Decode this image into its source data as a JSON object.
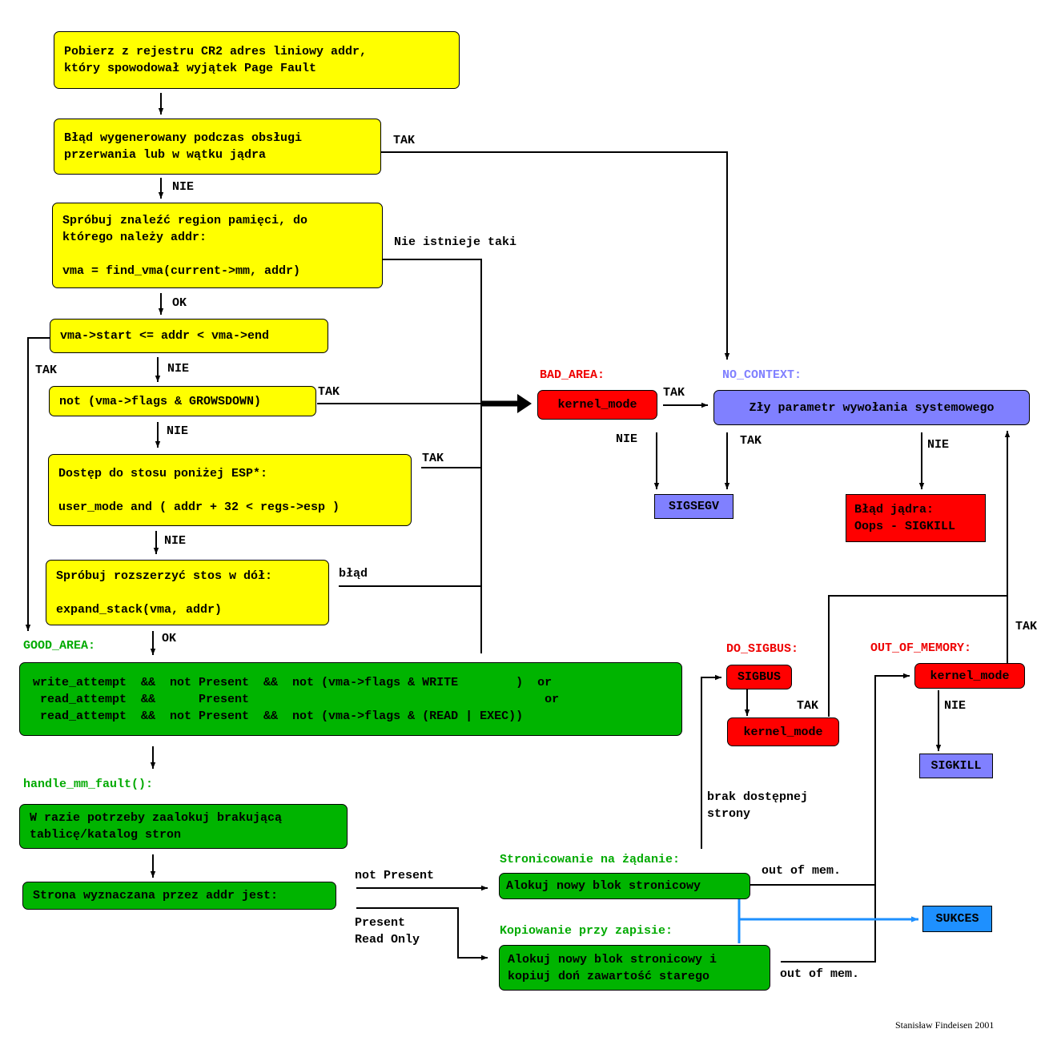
{
  "boxes": {
    "cr2": "Pobierz z rejestru CR2 adres liniowy addr,\nktóry spowodował wyjątek Page Fault",
    "interrupt": "Błąd wygenerowany podczas obsługi\nprzerwania lub w wątku jądra",
    "find_vma": "Spróbuj znaleźć region pamięci, do\nktórego należy addr:\n\nvma = find_vma(current->mm, addr)",
    "vma_range": "vma->start <= addr < vma->end",
    "growsdown": "not (vma->flags & GROWSDOWN)",
    "stack_access": "Dostęp do stosu poniżej ESP*:\n\nuser_mode and ( addr + 32 < regs->esp )",
    "expand_stack": "Spróbuj rozszerzyć stos w dół:\n\nexpand_stack(vma, addr)",
    "good_area_cond": "write_attempt  &&  not Present  &&  not (vma->flags & WRITE        )  or\n read_attempt  &&      Present                                         or\n read_attempt  &&  not Present  &&  not (vma->flags & (READ | EXEC))",
    "alloc_table": "W razie potrzeby zaalokuj brakującą\ntablicę/katalog stron",
    "page_is": "Strona wyznaczana przez addr jest:",
    "bad_area_kernel": "kernel_mode",
    "no_context": "Zły parametr wywołania systemowego",
    "sigsegv": "SIGSEGV",
    "oops": "Błąd jądra:\nOops - SIGKILL",
    "sigbus": "SIGBUS",
    "sigbus_kernel": "kernel_mode",
    "oom_kernel": "kernel_mode",
    "sigkill": "SIGKILL",
    "alloc_page": "Alokuj nowy blok stronicowy",
    "copy_page": "Alokuj nowy blok stronicowy i\nkopiuj doń zawartość starego",
    "success": "SUKCES"
  },
  "section_labels": {
    "good_area": "GOOD_AREA:",
    "handle_mm_fault": "handle_mm_fault():",
    "bad_area": "BAD_AREA:",
    "no_context": "NO_CONTEXT:",
    "do_sigbus": "DO_SIGBUS:",
    "out_of_memory": "OUT_OF_MEMORY:",
    "demand_paging": "Stronicowanie na żądanie:",
    "copy_on_write": "Kopiowanie przy zapisie:"
  },
  "edge_labels": {
    "tak_interrupt": "TAK",
    "nie_interrupt": "NIE",
    "no_such": "Nie istnieje taki",
    "ok_find": "OK",
    "nie_range": "NIE",
    "tak_range": "TAK",
    "tak_grows": "TAK",
    "nie_grows": "NIE",
    "tak_stack": "TAK",
    "nie_stack": "NIE",
    "blad": "błąd",
    "ok_expand": "OK",
    "tak_kernel": "TAK",
    "nie_kernel": "NIE",
    "tak_nocontext": "TAK",
    "nie_nocontext": "NIE",
    "tak_sigbus": "TAK",
    "tak_oom": "TAK",
    "nie_oom": "NIE",
    "no_page": "brak dostępnej\nstrony",
    "not_present": "not Present",
    "present_ro": "Present\nRead Only",
    "oom1": "out of mem.",
    "oom2": "out of mem."
  },
  "signature": "Stanisław Findeisen 2001",
  "colors": {
    "yellow": "#ffff00",
    "green": "#00b400",
    "red": "#ff0000",
    "purple": "#8080ff",
    "blue": "#1e90ff"
  }
}
